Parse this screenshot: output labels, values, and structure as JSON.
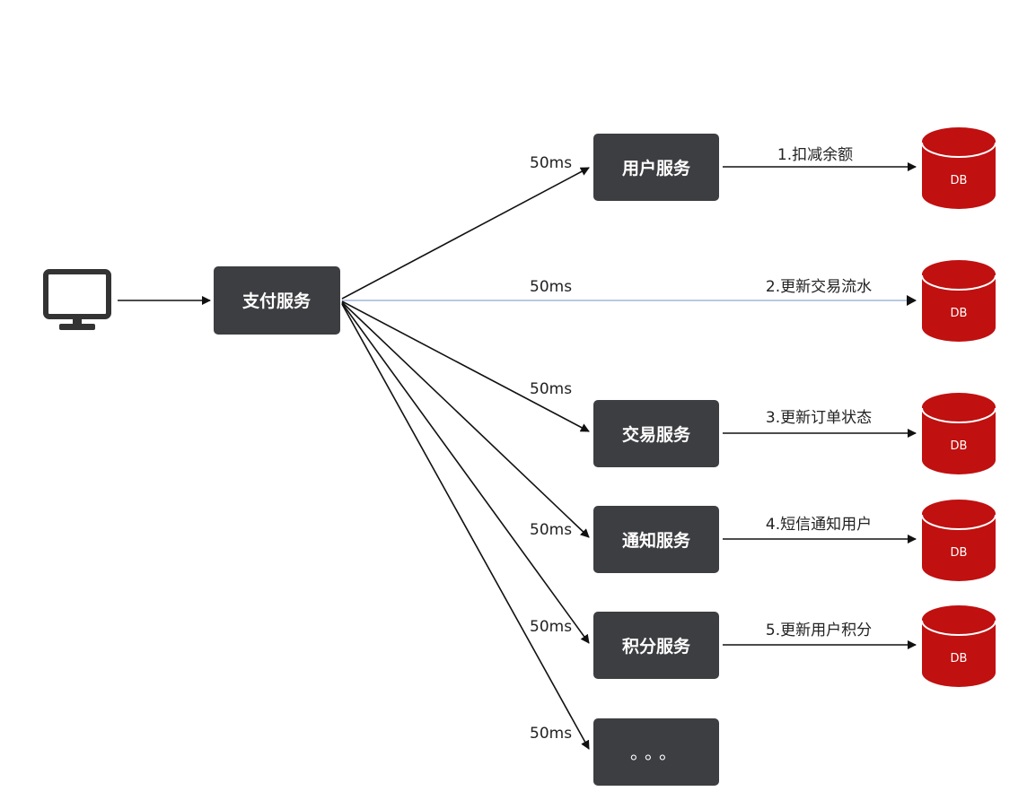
{
  "client": {
    "icon": "monitor-icon"
  },
  "payment_service": {
    "label": "支付服务"
  },
  "services": [
    {
      "label": "用户服务"
    },
    {
      "label": "交易服务"
    },
    {
      "label": "通知服务"
    },
    {
      "label": "积分服务"
    },
    {
      "label": "。。。"
    }
  ],
  "latencies": {
    "user": "50ms",
    "flow": "50ms",
    "trade": "50ms",
    "notify": "50ms",
    "points": "50ms",
    "more": "50ms"
  },
  "operations": [
    {
      "label": "1.扣减余额"
    },
    {
      "label": "2.更新交易流水"
    },
    {
      "label": "3.更新订单状态"
    },
    {
      "label": "4.短信通知用户"
    },
    {
      "label": "5.更新用户积分"
    }
  ],
  "databases": [
    {
      "label": "DB"
    },
    {
      "label": "DB"
    },
    {
      "label": "DB"
    },
    {
      "label": "DB"
    },
    {
      "label": "DB"
    }
  ],
  "colors": {
    "box": "#3d3e41",
    "db": "#c01010",
    "arrow": "#111111",
    "highlight_arrow": "#b9c9e4"
  }
}
